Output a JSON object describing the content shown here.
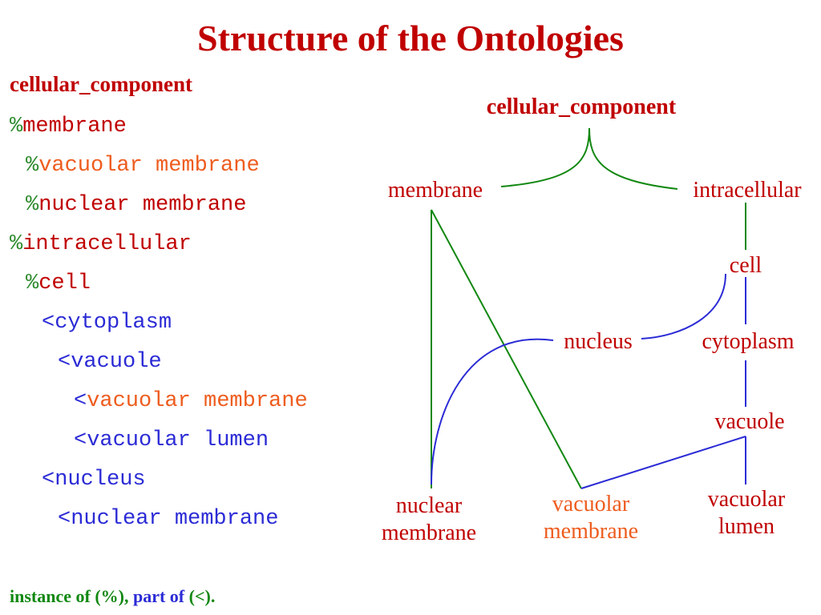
{
  "title": "Structure of the Ontologies",
  "tree": {
    "root": "cellular_component",
    "lines": [
      {
        "symbol": "%",
        "label": "membrane"
      },
      {
        "symbol": "%",
        "label": "vacuolar membrane"
      },
      {
        "symbol": "%",
        "label": "nuclear membrane"
      },
      {
        "symbol": "%",
        "label": "intracellular"
      },
      {
        "symbol": "%",
        "label": "cell"
      },
      {
        "symbol": "<",
        "label": "cytoplasm"
      },
      {
        "symbol": "<",
        "label": "vacuole"
      },
      {
        "symbol": "<",
        "label": "vacuolar membrane"
      },
      {
        "symbol": "<",
        "label": "vacuolar lumen"
      },
      {
        "symbol": "<",
        "label": "nucleus"
      },
      {
        "symbol": "<",
        "label": "nuclear membrane"
      }
    ]
  },
  "legend": {
    "instance": "instance of (%),",
    "part_word": "part of",
    "part_sym": " (<)."
  },
  "diagram": {
    "root": "cellular_component",
    "membrane": "membrane",
    "intracellular": "intracellular",
    "cell": "cell",
    "nucleus": "nucleus",
    "cytoplasm": "cytoplasm",
    "vacuole": "vacuole",
    "nuclear_membrane_1": "nuclear",
    "nuclear_membrane_2": "membrane",
    "vacuolar_membrane_1": "vacuolar",
    "vacuolar_membrane_2": "membrane",
    "vacuolar_lumen_1": "vacuolar",
    "vacuolar_lumen_2": "lumen"
  },
  "colors": {
    "title": "#c00000",
    "instance_of": "#118811",
    "part_of": "#2b2bd6",
    "highlight": "#ee5c1e"
  }
}
